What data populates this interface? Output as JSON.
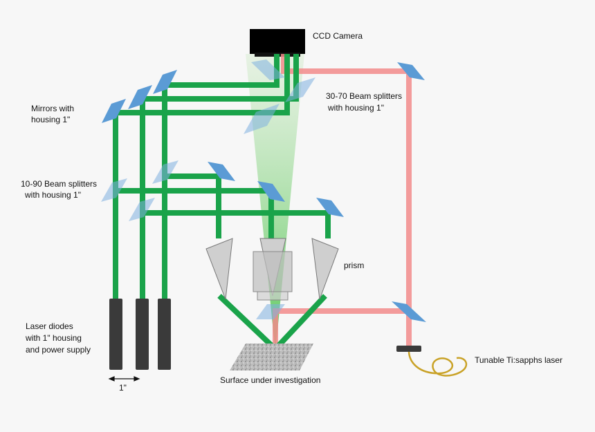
{
  "labels": {
    "ccd": "CCD Camera",
    "bs3070_l1": "30-70 Beam splitters",
    "bs3070_l2": "with housing 1\"",
    "mirrors_l1": "Mirrors with",
    "mirrors_l2": "housing 1\"",
    "bs1090_l1": "10-90 Beam splitters",
    "bs1090_l2": "with housing 1\"",
    "prism": "prism",
    "diodes_l1": "Laser diodes",
    "diodes_l2": "with 1\" housing",
    "diodes_l3": "and power supply",
    "spacing": "1\"",
    "surface": "Surface under investigation",
    "laser": "Tunable Ti:sapphs laser"
  },
  "colors": {
    "green_beam": "#1aa34a",
    "red_beam": "#f28b8b",
    "optic_blue": "#5b9bd5",
    "diode": "#3a3a3a",
    "camera": "#000000",
    "prism_fill": "#cfcfcf",
    "fiber": "#c9a227"
  }
}
